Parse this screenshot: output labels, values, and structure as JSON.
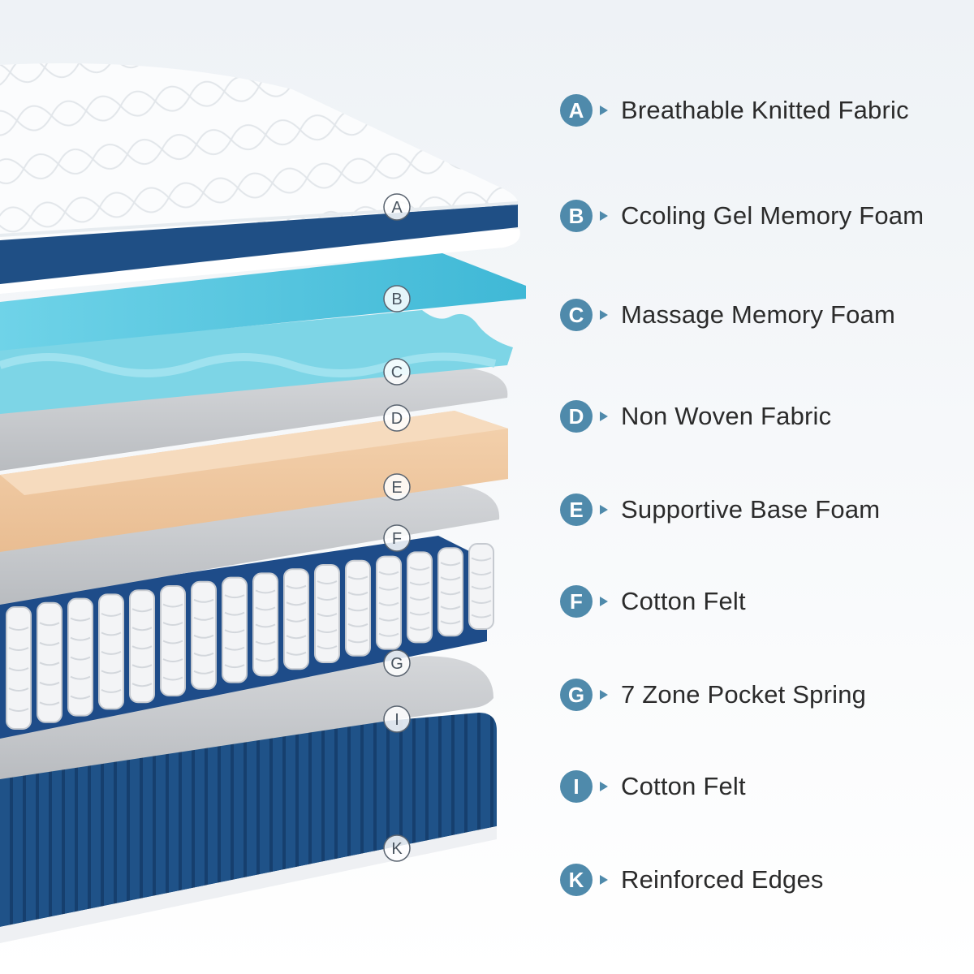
{
  "layers": [
    {
      "letter": "A",
      "label": "Breathable Knitted Fabric"
    },
    {
      "letter": "B",
      "label": "Ccoling Gel Memory Foam"
    },
    {
      "letter": "C",
      "label": "Massage Memory Foam"
    },
    {
      "letter": "D",
      "label": "Non Woven Fabric"
    },
    {
      "letter": "E",
      "label": "Supportive Base Foam"
    },
    {
      "letter": "F",
      "label": "Cotton Felt"
    },
    {
      "letter": "G",
      "label": "7 Zone Pocket Spring"
    },
    {
      "letter": "I",
      "label": "Cotton Felt"
    },
    {
      "letter": "K",
      "label": "Reinforced Edges"
    }
  ],
  "colors": {
    "badge": "#4f8aab",
    "knit_top": "#fbfcfd",
    "navy_border": "#1f4f85",
    "gel_foam": "#5cc8df",
    "massage_foam": "#7fd6e6",
    "fabric_gray": "#c9cccf",
    "base_foam": "#f0c9a0",
    "spring_pocket": "#f2f3f5",
    "spring_base": "#1e4c89",
    "edge_blue": "#1f5288"
  }
}
